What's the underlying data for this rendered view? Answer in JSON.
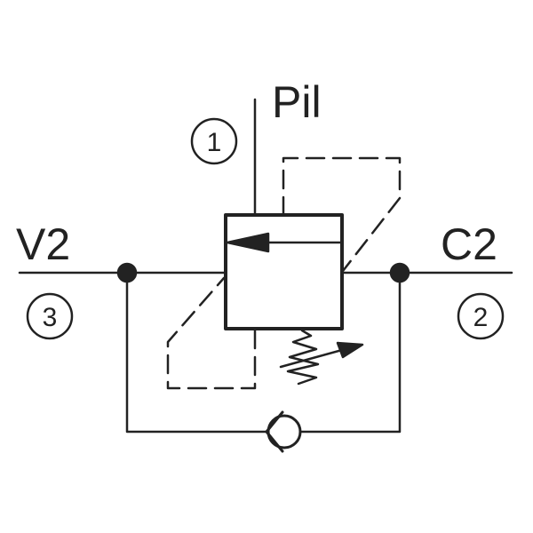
{
  "colors": {
    "stroke": "#222222",
    "background": "#ffffff"
  },
  "ports": {
    "pilot": {
      "label": "Pil",
      "number": "1"
    },
    "valve": {
      "label": "V2",
      "number": "3"
    },
    "cylinder": {
      "label": "C2",
      "number": "2"
    }
  }
}
